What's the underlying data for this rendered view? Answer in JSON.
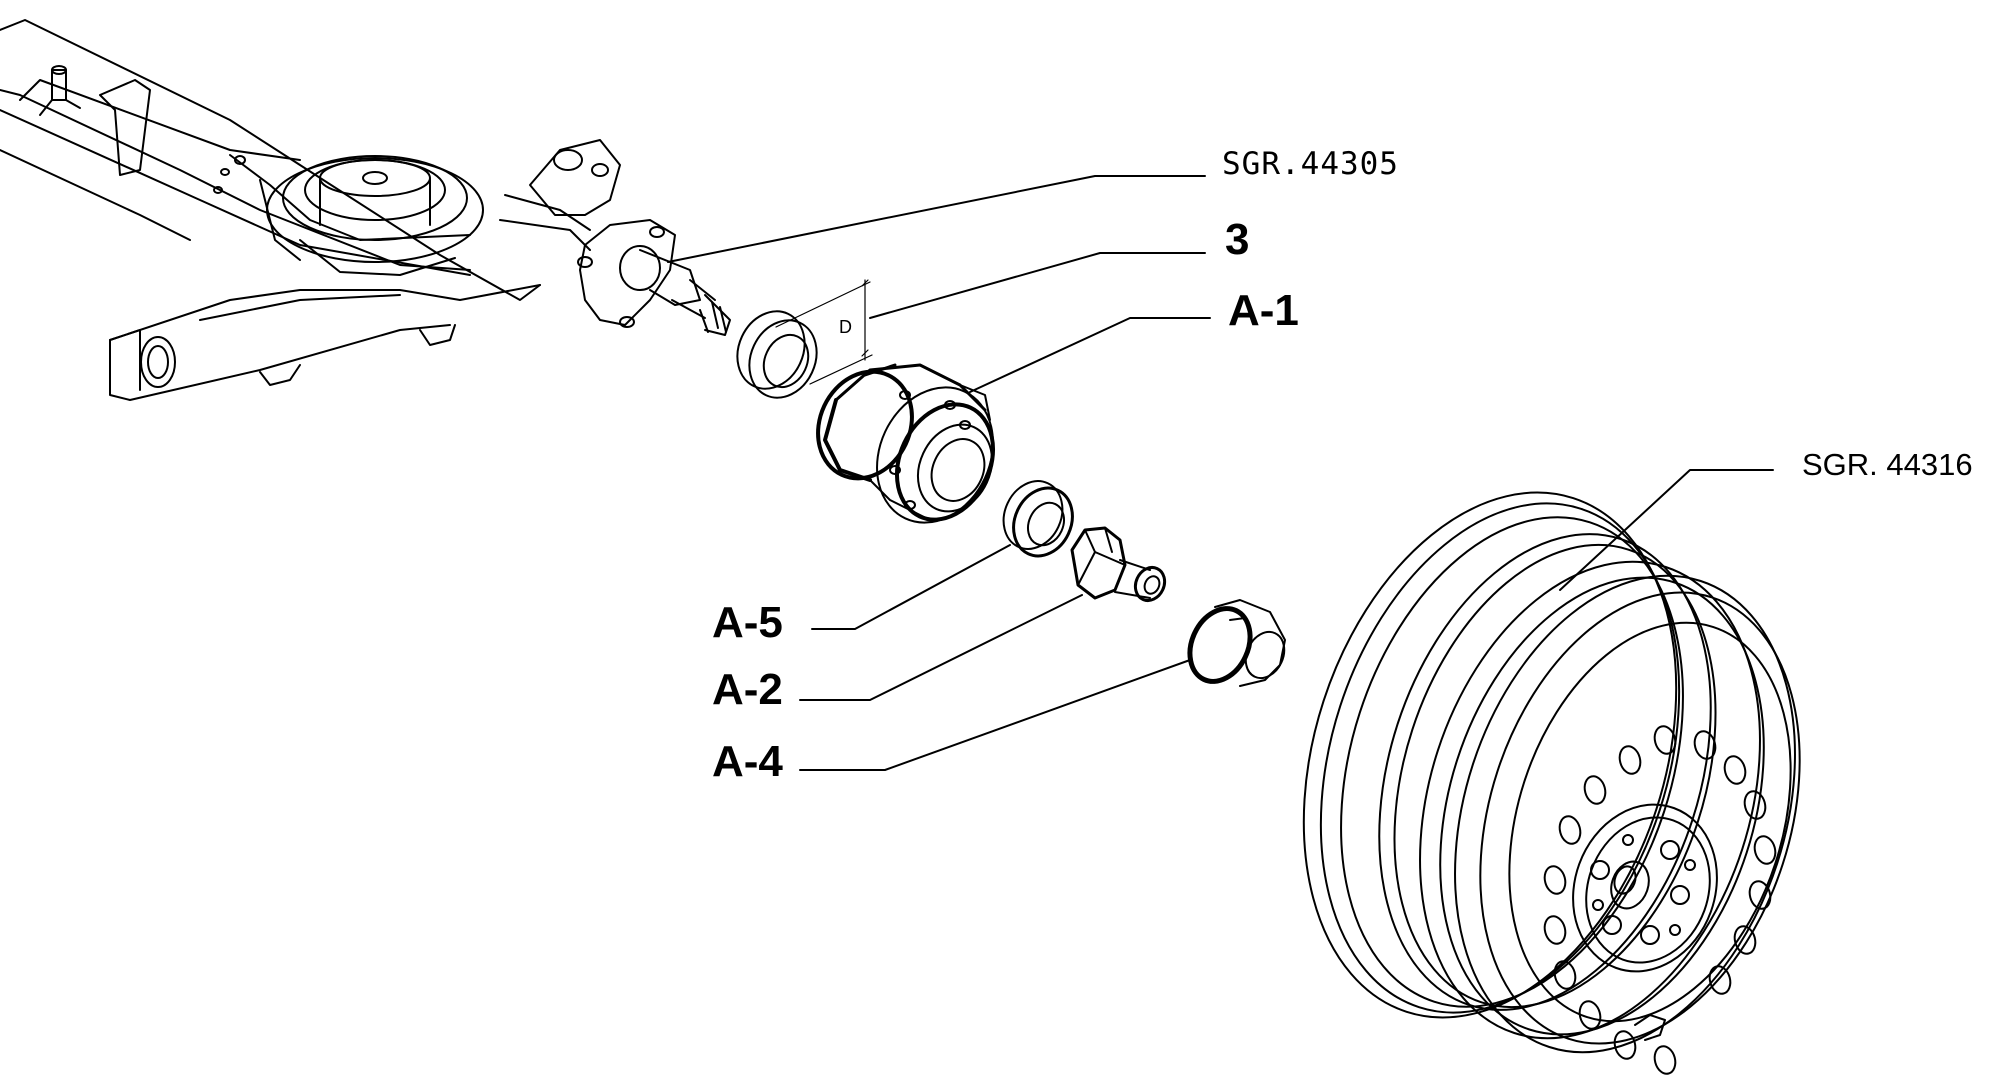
{
  "labels": {
    "ref_hub": "SGR.44305",
    "ref_wheel": "SGR. 44316",
    "part_3": "3",
    "part_a1": "A-1",
    "part_a5": "A-5",
    "part_a2": "A-2",
    "part_a4": "A-4",
    "dim_d": "D"
  },
  "colors": {
    "line": "#000000",
    "background": "#ffffff"
  }
}
